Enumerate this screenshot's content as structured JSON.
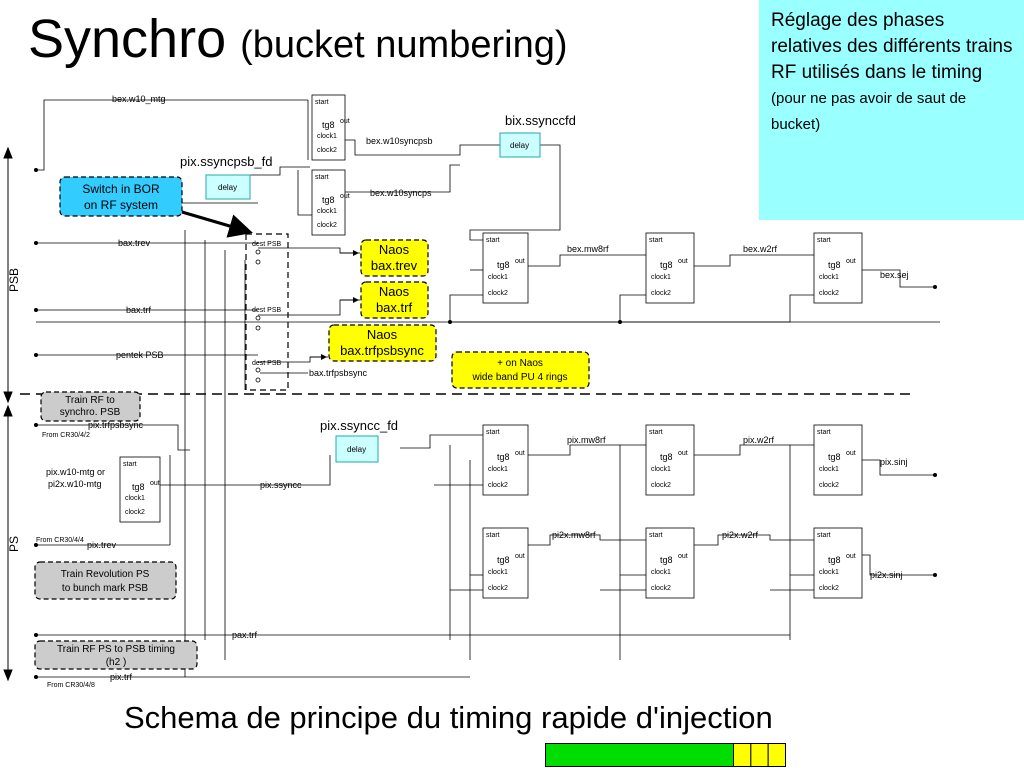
{
  "title": {
    "main": "Synchro",
    "sub": "(bucket numbering)"
  },
  "note": {
    "line1": "Réglage des phases relatives des différents trains RF utilisés dans le timing",
    "line2": "(pour ne pas avoir de saut de bucket)"
  },
  "footer": "Schema de principe du timing rapide d'injection",
  "sections": {
    "psb": "PSB",
    "ps": "PS"
  },
  "block": {
    "start": "start",
    "tg8": "tg8",
    "out": "out",
    "clock1": "clock1",
    "clock2": "clock2",
    "dest_psb": "dest PSB",
    "delay": "delay"
  },
  "delays": {
    "bix": "bix.ssynccfd",
    "pix_psb": "pix.ssyncpsb_fd",
    "pix_cc": "pix.ssyncc_fd"
  },
  "signals": {
    "bex_w10_mtg": "bex.w10_mtg",
    "bex_w10syncpsb": "bex.w10syncpsb",
    "bex_w10syncps": "bex.w10syncps",
    "bax_trev": "bax.trev",
    "bax_trf": "bax.trf",
    "pentek_psb": "pentek PSB",
    "bax_trfpsbsync": "bax.trfpsbsync",
    "bex_mw8rf": "bex.mw8rf",
    "bex_w2rf": "bex.w2rf",
    "bex_sej": "bex.sej",
    "pix_trfpsbsync": "pix.trfpsbsync",
    "pix_ssyncc": "pix.ssyncc",
    "pix_w10_mtg": "pix.w10-mtg or pi2x.w10-mtg",
    "pix_trev": "pix.trev",
    "pix_mw8rf": "pix.mw8rf",
    "pix_w2rf": "pix.w2rf",
    "pix_sinj": "pix.sinj",
    "pi2x_mw8rf": "pi2x.mw8rf",
    "pi2x_w2rf": "pi2x.w2rf",
    "pi2x_sinj": "pi2x.sinj",
    "pax_trf": "pax.trf",
    "pix_trf": "pix.trf"
  },
  "naos": {
    "bax_trev": [
      "Naos",
      "bax.trev"
    ],
    "bax_trf": [
      "Naos",
      "bax.trf"
    ],
    "bax_trfpsbsync": [
      "Naos",
      "bax.trfpsbsync"
    ]
  },
  "boxes": {
    "switch": [
      "Switch in BOR",
      "on RF system"
    ],
    "on_naos": [
      "+ on Naos",
      "wide band PU 4 rings"
    ],
    "train_rf_synchro": [
      "Train RF to",
      "synchro. PSB"
    ],
    "train_rev_ps": [
      "Train Revolution  PS",
      "to bunch mark PSB"
    ],
    "train_rf_ps_psb": [
      "Train RF PS to PSB timing",
      "(h2 )"
    ]
  },
  "from": {
    "cr30_4_2": "From CR30/4/2",
    "cr30_4_4": "From CR30/4/4",
    "cr30_4_8": "From CR30/4/8"
  },
  "colors": {
    "note_bg": "#99ffff",
    "naos": "#ffff00",
    "switch": "#33ccff",
    "train": "#cccccc",
    "delay": "#ccffff",
    "bar_green": "#00dd00",
    "bar_yellow": "#ffff00"
  },
  "progress": {
    "filled_fraction": 0.78,
    "segments_after": 3
  }
}
